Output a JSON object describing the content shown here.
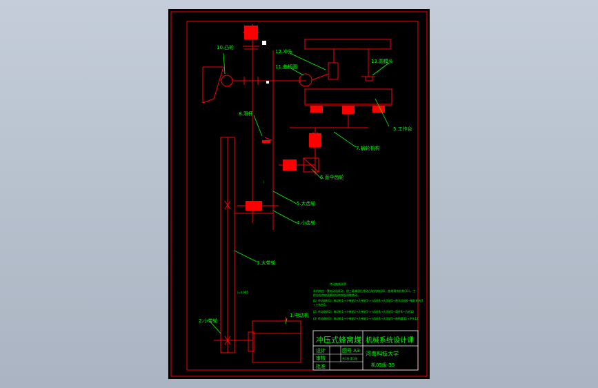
{
  "labels": {
    "cam": "10.凸轮",
    "punch": "12.冲头",
    "crank": "11.曲柄圆",
    "mold_head": "13.圆模头",
    "worktable": "5.工作台",
    "slide": "8.滑杆",
    "worm": "7.蜗轮机构",
    "bevel": "6.直伞齿轮",
    "gear_big": "5.大齿轮",
    "gear_small": "4.小齿轮",
    "pulley_big": "3.大带轮",
    "pulley_small": "2.小带轮",
    "motor": "1.电动机",
    "belt_ratio": "i=4.085",
    "gear_ratio": "i"
  },
  "notes": {
    "title": "传动路线说明",
    "lines": [
      "本机构由一套电动机驱动，经三级减速后传动凸轮机构(10)、曲柄滑块机构(11)，工",
      "作台由齿轮及蜗轮机构实现间歇转动。",
      "(1) 传动路线1：电动机1→小带轮2→大带轮3→小齿轮4→大齿轮5→直伞齿轮6→蜗轮机构7",
      "→工作台5。",
      "(2) 传动路线2：电动机1→小带轮2→大带轮3→小齿轮4→大齿轮5→滑杆8→凸轮10",
      "(3) 传动路线3：电动机1→小带轮2→大带轮3→小齿轮4→大齿轮5→曲柄圆11→冲头12"
    ]
  },
  "title_block": {
    "project": "冲压式蜂窝煤",
    "course": "机械系统设计课",
    "scale": "图号 A3",
    "sheet": "共1张 第1张",
    "school": "河南科技大学",
    "code": "机05級-35",
    "drawn": "设计",
    "checked": "审核",
    "approved": "批准"
  },
  "colors": {
    "line": "#ff0000",
    "text": "#00ff00",
    "white": "#ffffff",
    "background": "#000000"
  }
}
